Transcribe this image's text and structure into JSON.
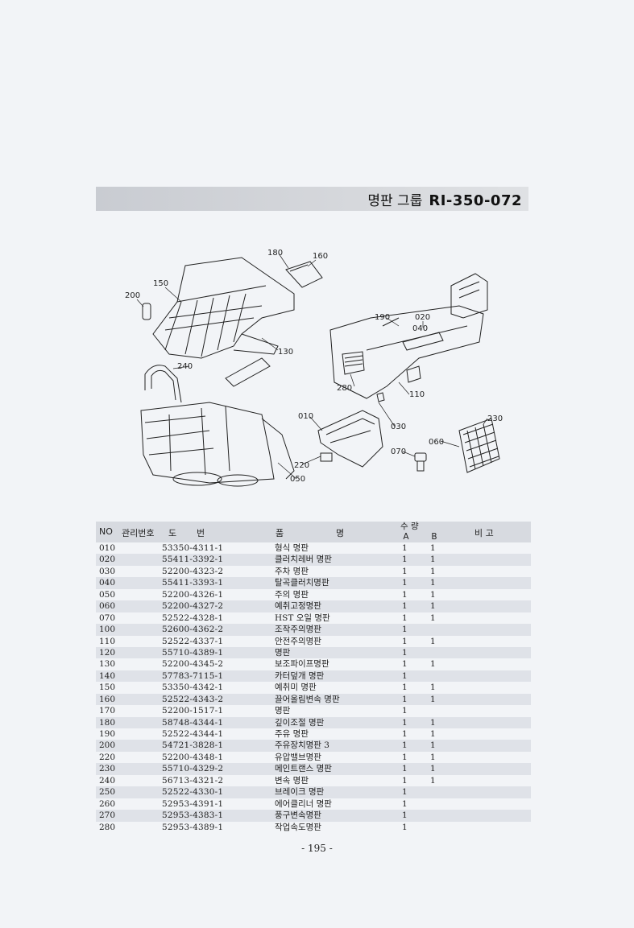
{
  "header": {
    "title": "명판 그룹",
    "code": "RI-350-072"
  },
  "diagram": {
    "callouts": [
      "180",
      "160",
      "150",
      "200",
      "130",
      "240",
      "190",
      "020",
      "040",
      "280",
      "110",
      "010",
      "030",
      "230",
      "060",
      "070",
      "220",
      "050"
    ]
  },
  "table": {
    "headers": {
      "no": "NO",
      "mgmt_no": "관리번호",
      "drawing_no_1": "도",
      "drawing_no_2": "번",
      "name_1": "품",
      "name_2": "명",
      "qty": "수 량",
      "qty_a": "A",
      "qty_b": "B",
      "remarks": "비 고"
    },
    "rows": [
      {
        "no": "010",
        "part": "53350-4311-1",
        "name": "형식 명판",
        "a": "1",
        "b": "1"
      },
      {
        "no": "020",
        "part": "55411-3392-1",
        "name": "클러치레버 명판",
        "a": "1",
        "b": "1"
      },
      {
        "no": "030",
        "part": "52200-4323-2",
        "name": "주차 명판",
        "a": "1",
        "b": "1"
      },
      {
        "no": "040",
        "part": "55411-3393-1",
        "name": "탈곡클러치명판",
        "a": "1",
        "b": "1"
      },
      {
        "no": "050",
        "part": "52200-4326-1",
        "name": "주의 명판",
        "a": "1",
        "b": "1"
      },
      {
        "no": "060",
        "part": "52200-4327-2",
        "name": "예취고정명판",
        "a": "1",
        "b": "1"
      },
      {
        "no": "070",
        "part": "52522-4328-1",
        "name": "HST 오일 명판",
        "a": "1",
        "b": "1"
      },
      {
        "no": "100",
        "part": "52600-4362-2",
        "name": "조작주의명판",
        "a": "1",
        "b": ""
      },
      {
        "no": "110",
        "part": "52522-4337-1",
        "name": "안전주의명판",
        "a": "1",
        "b": "1"
      },
      {
        "no": "120",
        "part": "55710-4389-1",
        "name": "명판",
        "a": "1",
        "b": ""
      },
      {
        "no": "130",
        "part": "52200-4345-2",
        "name": "보조파이프명판",
        "a": "1",
        "b": "1"
      },
      {
        "no": "140",
        "part": "57783-7115-1",
        "name": "카터덮개 명판",
        "a": "1",
        "b": ""
      },
      {
        "no": "150",
        "part": "53350-4342-1",
        "name": "예취미 명판",
        "a": "1",
        "b": "1"
      },
      {
        "no": "160",
        "part": "52522-4343-2",
        "name": "끌어올림변속 명판",
        "a": "1",
        "b": "1"
      },
      {
        "no": "170",
        "part": "52200-1517-1",
        "name": "명판",
        "a": "1",
        "b": ""
      },
      {
        "no": "180",
        "part": "58748-4344-1",
        "name": "깊이조절 명판",
        "a": "1",
        "b": "1"
      },
      {
        "no": "190",
        "part": "52522-4344-1",
        "name": "주유 명판",
        "a": "1",
        "b": "1"
      },
      {
        "no": "200",
        "part": "54721-3828-1",
        "name": "주유장치명판 3",
        "a": "1",
        "b": "1"
      },
      {
        "no": "220",
        "part": "52200-4348-1",
        "name": "유압밸브명판",
        "a": "1",
        "b": "1"
      },
      {
        "no": "230",
        "part": "55710-4329-2",
        "name": "메인트랜스 명판",
        "a": "1",
        "b": "1"
      },
      {
        "no": "240",
        "part": "56713-4321-2",
        "name": "변속 명판",
        "a": "1",
        "b": "1"
      },
      {
        "no": "250",
        "part": "52522-4330-1",
        "name": "브레이크 명판",
        "a": "1",
        "b": ""
      },
      {
        "no": "260",
        "part": "52953-4391-1",
        "name": "에어클리너 명판",
        "a": "1",
        "b": ""
      },
      {
        "no": "270",
        "part": "52953-4383-1",
        "name": "풍구변속명판",
        "a": "1",
        "b": ""
      },
      {
        "no": "280",
        "part": "52953-4389-1",
        "name": "작업속도명판",
        "a": "1",
        "b": ""
      }
    ]
  },
  "footer": {
    "page": "- 195 -"
  }
}
